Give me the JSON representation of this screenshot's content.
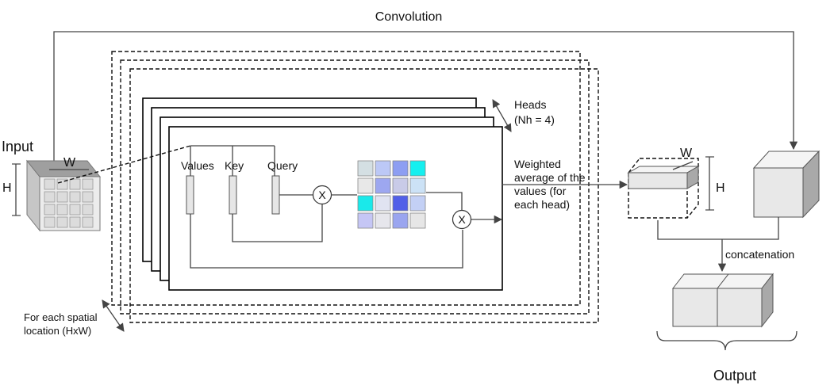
{
  "labels": {
    "convolution": "Convolution",
    "input": "Input",
    "w_input": "W",
    "h_input": "H",
    "heads_line1": "Heads",
    "heads_line2": "(Nh = 4)",
    "values": "Values",
    "key": "Key",
    "query": "Query",
    "op_mult": "X",
    "weighted": [
      "Weighted",
      "average of the",
      "values (for",
      "each head)"
    ],
    "w_output": "W",
    "h_output": "H",
    "concatenation": "concatenation",
    "output": "Output",
    "spatial_line1": "For each spatial",
    "spatial_line2": "location  (HxW)"
  },
  "attention_matrix": {
    "rows": 4,
    "cols": 4,
    "colors": [
      [
        "#d4dfe3",
        "#bcc8f6",
        "#8d9ef2",
        "#16efef"
      ],
      [
        "#e8e8e8",
        "#9da7f0",
        "#c9cbe8",
        "#cce2f6"
      ],
      [
        "#1ae9ea",
        "#e0e3f1",
        "#5260e8",
        "#c3d0f5"
      ],
      [
        "#c5c6f5",
        "#e6e6ec",
        "#9aa5ef",
        "#e6e6e6"
      ]
    ]
  },
  "colors": {
    "cube_front": "#e8e8e8",
    "cube_top": "#f4f4f4",
    "cube_side": "#a9a9a9",
    "input_grid": "#dcdcdc"
  }
}
